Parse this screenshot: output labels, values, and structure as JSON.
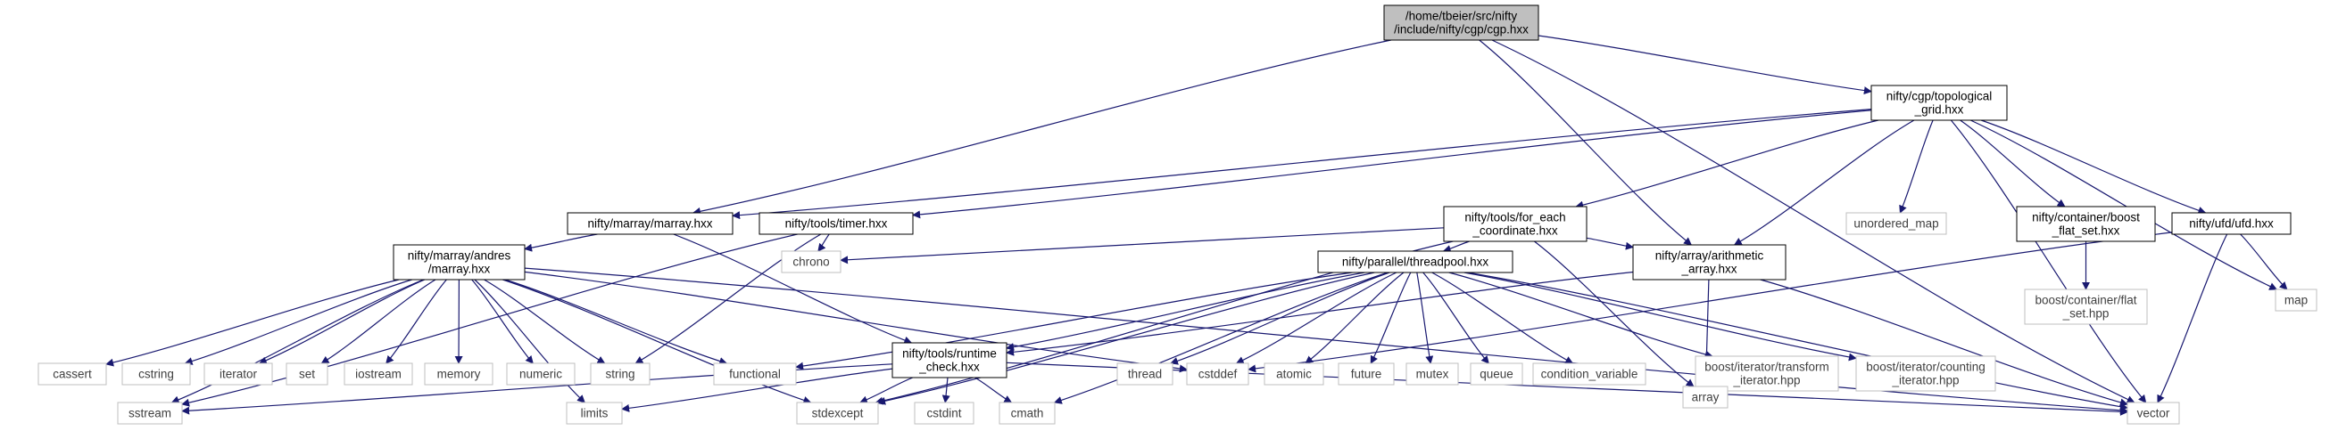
{
  "colors": {
    "root_fill": "#bfbfbf",
    "node_border": "#000000",
    "external_border": "#bfbfbf",
    "node_fill": "#ffffff",
    "edge": "#191970",
    "text_internal": "#000000",
    "text_external": "#404040"
  },
  "nodes": {
    "root": {
      "lines": [
        "/home/tbeier/src/nifty",
        "/include/nifty/cgp/cgp.hxx"
      ],
      "kind": "root"
    },
    "topo": {
      "lines": [
        "nifty/cgp/topological",
        "_grid.hxx"
      ],
      "kind": "internal"
    },
    "marray": {
      "lines": [
        "nifty/marray/marray.hxx"
      ],
      "kind": "internal"
    },
    "timer": {
      "lines": [
        "nifty/tools/timer.hxx"
      ],
      "kind": "internal"
    },
    "foreach": {
      "lines": [
        "nifty/tools/for_each",
        "_coordinate.hxx"
      ],
      "kind": "internal"
    },
    "unordered_map": {
      "lines": [
        "unordered_map"
      ],
      "kind": "external"
    },
    "flatset": {
      "lines": [
        "nifty/container/boost",
        "_flat_set.hxx"
      ],
      "kind": "internal"
    },
    "ufd": {
      "lines": [
        "nifty/ufd/ufd.hxx"
      ],
      "kind": "internal"
    },
    "andres": {
      "lines": [
        "nifty/marray/andres",
        "/marray.hxx"
      ],
      "kind": "internal"
    },
    "chrono": {
      "lines": [
        "chrono"
      ],
      "kind": "external"
    },
    "threadpool": {
      "lines": [
        "nifty/parallel/threadpool.hxx"
      ],
      "kind": "internal"
    },
    "arith": {
      "lines": [
        "nifty/array/arithmetic",
        "_array.hxx"
      ],
      "kind": "internal"
    },
    "boostflat": {
      "lines": [
        "boost/container/flat",
        "_set.hpp"
      ],
      "kind": "external"
    },
    "map": {
      "lines": [
        "map"
      ],
      "kind": "external"
    },
    "runtime": {
      "lines": [
        "nifty/tools/runtime",
        "_check.hxx"
      ],
      "kind": "internal"
    },
    "cassert": {
      "lines": [
        "cassert"
      ],
      "kind": "external"
    },
    "cstring": {
      "lines": [
        "cstring"
      ],
      "kind": "external"
    },
    "iterator": {
      "lines": [
        "iterator"
      ],
      "kind": "external"
    },
    "set": {
      "lines": [
        "set"
      ],
      "kind": "external"
    },
    "iostream": {
      "lines": [
        "iostream"
      ],
      "kind": "external"
    },
    "memory": {
      "lines": [
        "memory"
      ],
      "kind": "external"
    },
    "numeric": {
      "lines": [
        "numeric"
      ],
      "kind": "external"
    },
    "string": {
      "lines": [
        "string"
      ],
      "kind": "external"
    },
    "functional": {
      "lines": [
        "functional"
      ],
      "kind": "external"
    },
    "thread": {
      "lines": [
        "thread"
      ],
      "kind": "external"
    },
    "cstddef": {
      "lines": [
        "cstddef"
      ],
      "kind": "external"
    },
    "atomic": {
      "lines": [
        "atomic"
      ],
      "kind": "external"
    },
    "future": {
      "lines": [
        "future"
      ],
      "kind": "external"
    },
    "mutex": {
      "lines": [
        "mutex"
      ],
      "kind": "external"
    },
    "queue": {
      "lines": [
        "queue"
      ],
      "kind": "external"
    },
    "condvar": {
      "lines": [
        "condition_variable"
      ],
      "kind": "external"
    },
    "transform": {
      "lines": [
        "boost/iterator/transform",
        "_iterator.hpp"
      ],
      "kind": "external"
    },
    "counting": {
      "lines": [
        "boost/iterator/counting",
        "_iterator.hpp"
      ],
      "kind": "external"
    },
    "array": {
      "lines": [
        "array"
      ],
      "kind": "external"
    },
    "sstream": {
      "lines": [
        "sstream"
      ],
      "kind": "external"
    },
    "limits": {
      "lines": [
        "limits"
      ],
      "kind": "external"
    },
    "stdexcept": {
      "lines": [
        "stdexcept"
      ],
      "kind": "external"
    },
    "cstdint": {
      "lines": [
        "cstdint"
      ],
      "kind": "external"
    },
    "cmath": {
      "lines": [
        "cmath"
      ],
      "kind": "external"
    },
    "vector": {
      "lines": [
        "vector"
      ],
      "kind": "external"
    }
  },
  "edges": [
    [
      "root",
      "topo"
    ],
    [
      "root",
      "marray"
    ],
    [
      "root",
      "arith"
    ],
    [
      "root",
      "vector"
    ],
    [
      "topo",
      "marray"
    ],
    [
      "topo",
      "timer"
    ],
    [
      "topo",
      "foreach"
    ],
    [
      "topo",
      "unordered_map"
    ],
    [
      "topo",
      "flatset"
    ],
    [
      "topo",
      "ufd"
    ],
    [
      "topo",
      "arith"
    ],
    [
      "topo",
      "map"
    ],
    [
      "topo",
      "vector"
    ],
    [
      "marray",
      "andres"
    ],
    [
      "marray",
      "runtime"
    ],
    [
      "timer",
      "chrono"
    ],
    [
      "timer",
      "string"
    ],
    [
      "timer",
      "sstream"
    ],
    [
      "foreach",
      "chrono"
    ],
    [
      "foreach",
      "threadpool"
    ],
    [
      "foreach",
      "arith"
    ],
    [
      "foreach",
      "stdexcept"
    ],
    [
      "foreach",
      "array"
    ],
    [
      "flatset",
      "boostflat"
    ],
    [
      "ufd",
      "map"
    ],
    [
      "ufd",
      "vector"
    ],
    [
      "ufd",
      "cstddef"
    ],
    [
      "andres",
      "cassert"
    ],
    [
      "andres",
      "cstring"
    ],
    [
      "andres",
      "iterator"
    ],
    [
      "andres",
      "set"
    ],
    [
      "andres",
      "iostream"
    ],
    [
      "andres",
      "memory"
    ],
    [
      "andres",
      "numeric"
    ],
    [
      "andres",
      "string"
    ],
    [
      "andres",
      "functional"
    ],
    [
      "andres",
      "cstddef"
    ],
    [
      "andres",
      "sstream"
    ],
    [
      "andres",
      "limits"
    ],
    [
      "andres",
      "stdexcept"
    ],
    [
      "andres",
      "vector"
    ],
    [
      "threadpool",
      "functional"
    ],
    [
      "threadpool",
      "runtime"
    ],
    [
      "threadpool",
      "thread"
    ],
    [
      "threadpool",
      "cstddef"
    ],
    [
      "threadpool",
      "atomic"
    ],
    [
      "threadpool",
      "future"
    ],
    [
      "threadpool",
      "mutex"
    ],
    [
      "threadpool",
      "queue"
    ],
    [
      "threadpool",
      "condvar"
    ],
    [
      "threadpool",
      "transform"
    ],
    [
      "threadpool",
      "counting"
    ],
    [
      "threadpool",
      "vector"
    ],
    [
      "threadpool",
      "stdexcept"
    ],
    [
      "threadpool",
      "cmath"
    ],
    [
      "arith",
      "runtime"
    ],
    [
      "arith",
      "array"
    ],
    [
      "arith",
      "vector"
    ],
    [
      "runtime",
      "sstream"
    ],
    [
      "runtime",
      "limits"
    ],
    [
      "runtime",
      "stdexcept"
    ],
    [
      "runtime",
      "cstdint"
    ],
    [
      "runtime",
      "cmath"
    ],
    [
      "runtime",
      "vector"
    ]
  ]
}
